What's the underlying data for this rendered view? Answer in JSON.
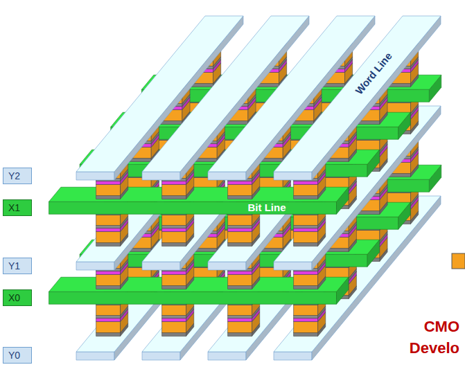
{
  "diagram": {
    "nodes": [
      {
        "text": [
          "Y2"
        ]
      },
      {
        "text": [
          "X1"
        ]
      },
      {
        "text": [
          "Y1"
        ]
      },
      {
        "text": [
          "X0"
        ]
      },
      {
        "text": [
          "Y0"
        ]
      }
    ],
    "labels": [
      "Word Line",
      "Bit Line",
      "CMO",
      "Develo"
    ]
  }
}
